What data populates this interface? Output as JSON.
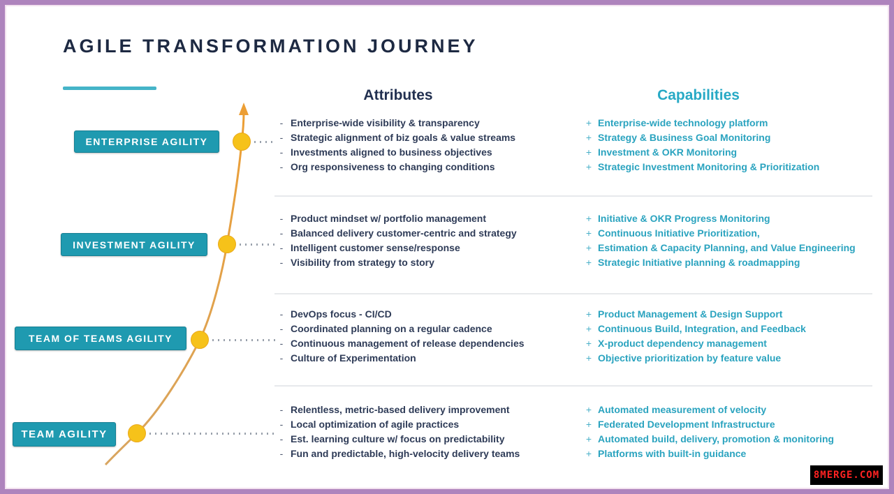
{
  "title": "AGILE TRANSFORMATION JOURNEY",
  "columns": {
    "attributes": "Attributes",
    "capabilities": "Capabilities"
  },
  "bullets": {
    "attributes": "-",
    "capabilities": "+"
  },
  "levels": [
    {
      "label": "ENTERPRISE AGILITY",
      "attributes": [
        "Enterprise-wide visibility & transparency",
        "Strategic alignment of biz goals & value streams",
        "Investments aligned to business objectives",
        "Org responsiveness to changing conditions"
      ],
      "capabilities": [
        "Enterprise-wide technology platform",
        "Strategy & Business Goal Monitoring",
        "Investment & OKR Monitoring",
        "Strategic Investment Monitoring & Prioritization"
      ]
    },
    {
      "label": "INVESTMENT AGILITY",
      "attributes": [
        "Product mindset w/ portfolio management",
        "Balanced delivery customer-centric and strategy",
        "Intelligent customer sense/response",
        "Visibility from strategy to story"
      ],
      "capabilities": [
        "Initiative & OKR Progress Monitoring",
        "Continuous Initiative Prioritization,",
        "Estimation & Capacity Planning, and Value Engineering",
        "Strategic Initiative planning & roadmapping"
      ]
    },
    {
      "label": "TEAM OF TEAMS AGILITY",
      "attributes": [
        "DevOps focus - CI/CD",
        "Coordinated planning on a regular cadence",
        "Continuous management of release dependencies",
        "Culture of Experimentation"
      ],
      "capabilities": [
        "Product Management & Design Support",
        "Continuous Build, Integration, and Feedback",
        "X-product dependency management",
        "Objective prioritization by feature value"
      ]
    },
    {
      "label": "TEAM AGILITY",
      "attributes": [
        "Relentless, metric-based delivery improvement",
        "Local optimization of agile practices",
        "Est. learning culture w/ focus on predictability",
        "Fun and predictable, high-velocity delivery teams"
      ],
      "capabilities": [
        "Automated measurement of velocity",
        "Federated Development Infrastructure",
        "Automated build, delivery, promotion & monitoring",
        "Platforms with built-in guidance"
      ]
    }
  ],
  "watermark": "8MERGE.COM",
  "colors": {
    "level_box_teal": "#1f9ab0",
    "header_navy": "#223050",
    "capability_teal": "#2aa3bf",
    "attribute_navy": "#2e3b57",
    "curve_orange": "#dd9f4b",
    "dot_yellow": "#f6c21a",
    "accent_underline_teal": "#45b4c8",
    "frame_border_purple": "#ae84bd",
    "watermark_red": "#ff2222",
    "watermark_bg": "#000000"
  }
}
